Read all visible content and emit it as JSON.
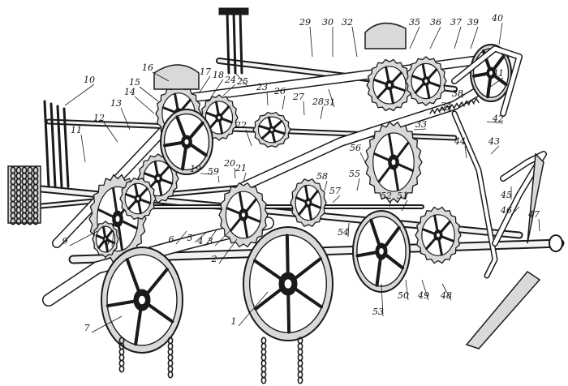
{
  "diagram": {
    "labels": [
      "1",
      "2",
      "3",
      "4",
      "5",
      "6",
      "7",
      "8",
      "9",
      "10",
      "11",
      "12",
      "13",
      "14",
      "15",
      "16",
      "17",
      "18",
      "19",
      "20",
      "21",
      "22",
      "23",
      "24",
      "25",
      "26",
      "27",
      "28",
      "29",
      "30",
      "31",
      "32",
      "33",
      "34",
      "35",
      "36",
      "37",
      "38",
      "39",
      "40",
      "41",
      "42",
      "43",
      "44",
      "45",
      "46",
      "47",
      "48",
      "49",
      "50",
      "51",
      "52",
      "53",
      "54",
      "55",
      "56",
      "57",
      "58",
      "59"
    ]
  }
}
